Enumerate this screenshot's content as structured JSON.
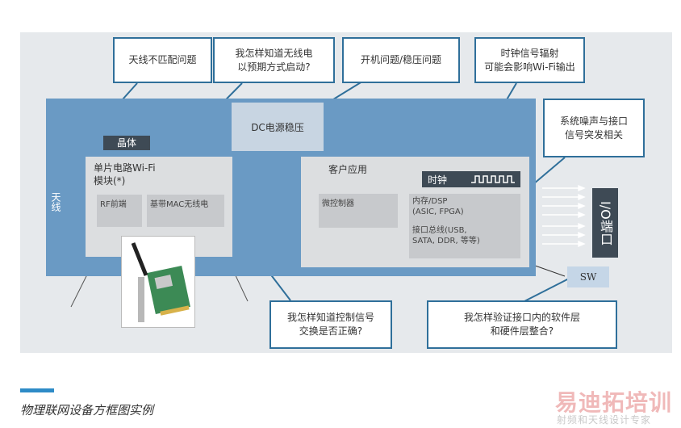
{
  "callouts": {
    "antenna_mismatch": "天线不匹配问题",
    "wifi_start": "我怎样知道无线电\n以预期方式启动?",
    "power_issue": "开机问题/稳压问题",
    "clock_radiation": "时钟信号辐射\n可能会影响Wi-Fi输出",
    "noise_correlation": "系统噪声与接口\n信号突发相关",
    "control_signal": "我怎样知道控制信号\n交换是否正确?",
    "sw_hw_integration": "我怎样验证接口内的软件层\n和硬件层整合?"
  },
  "blocks": {
    "crystal": "晶体",
    "wifi_module": "单片电路Wi-Fi\n模块(*)",
    "rf_frontend": "RF前端",
    "baseband_mac": "基带MAC无线电",
    "antenna": "天线",
    "dc_regulator": "DC电源稳压",
    "customer_app": "客户应用",
    "clock": "时钟",
    "microcontroller": "微控制器",
    "memory_dsp": "内存/DSP\n(ASIC, FPGA)",
    "interface_bus": "接口总线(USB,\nSATA, DDR, 等等)",
    "io_port": "I/O端口",
    "sw": "SW"
  },
  "caption": "物理联网设备方框图实例",
  "watermark": {
    "main": "易迪拓培训",
    "sub": "射频和天线设计专家"
  },
  "colors": {
    "board": "#6a9ac4",
    "callout_border": "#2f6f9a",
    "dark_tag": "#3e4a55",
    "caption_bar": "#2e8bc7"
  }
}
